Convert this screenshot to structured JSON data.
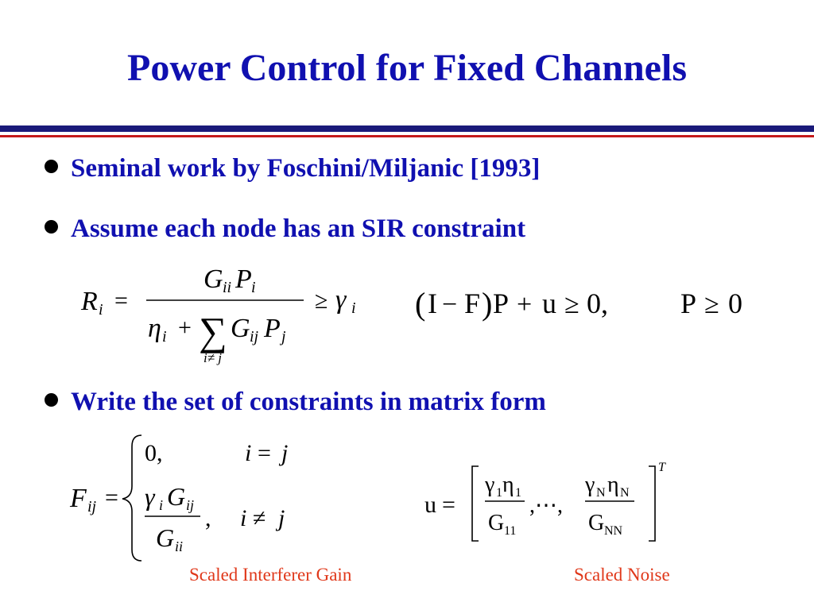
{
  "slide": {
    "title": "Power Control for Fixed Channels",
    "bullets": [
      "Seminal work by Foschini/Miljanic [1993]",
      "Assume each node has an SIR constraint",
      "Write the set of constraints in matrix form"
    ],
    "captions": {
      "interferer": "Scaled Interferer Gain",
      "noise": "Scaled Noise"
    }
  },
  "colors": {
    "title": "#1010b0",
    "rule_blue": "#1a1a7a",
    "rule_red": "#c41a1a",
    "caption": "#e0381a"
  }
}
